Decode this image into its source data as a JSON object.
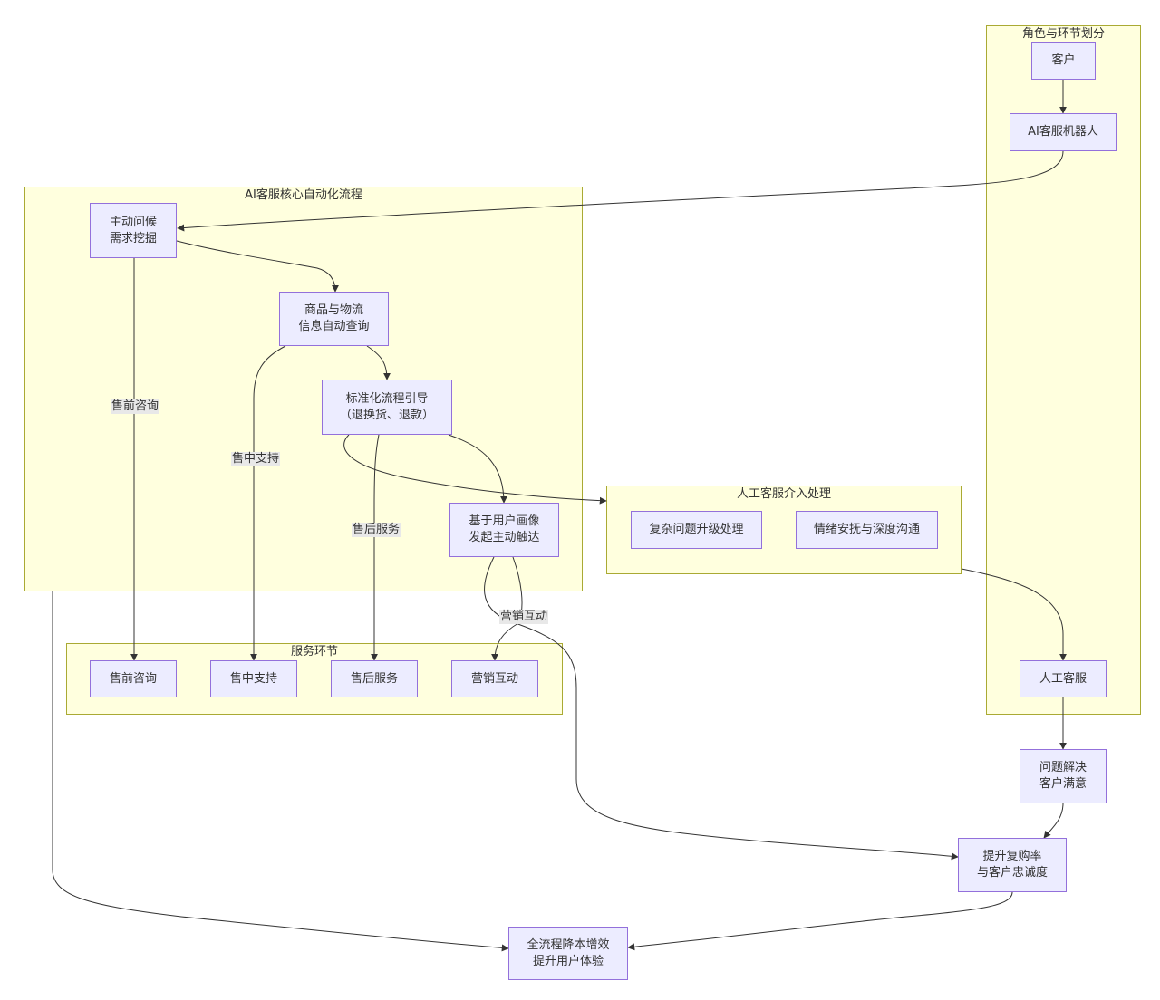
{
  "clusters": {
    "roles": "角色与环节划分",
    "core": "AI客服核心自动化流程",
    "human": "人工客服介入处理",
    "service": "服务环节"
  },
  "nodes": {
    "customer": "客户",
    "ai_bot": "AI客服机器人",
    "greet": "主动问候\n需求挖掘",
    "query": "商品与物流\n信息自动查询",
    "guide": "标准化流程引导\n（退换货、退款）",
    "reach": "基于用户画像\n发起主动触达",
    "complex": "复杂问题升级处理",
    "emotion": "情绪安抚与深度沟通",
    "human_agent": "人工客服",
    "pre_sale": "售前咨询",
    "mid_sale": "售中支持",
    "after_sale": "售后服务",
    "marketing": "营销互动",
    "resolved": "问题解决\n客户满意",
    "repurchase": "提升复购率\n与客户忠诚度",
    "efficiency": "全流程降本增效\n提升用户体验"
  },
  "edge_labels": {
    "pre_sale": "售前咨询",
    "mid_sale": "售中支持",
    "after_sale": "售后服务",
    "marketing": "营销互动"
  }
}
